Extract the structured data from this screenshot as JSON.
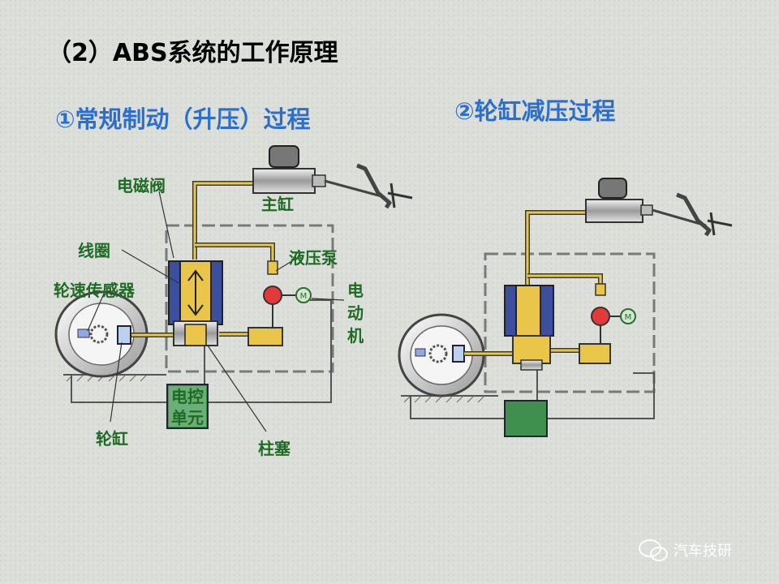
{
  "title": "（2）ABS系统的工作原理",
  "panel1": {
    "heading": "①常规制动（升压）过程",
    "labels": {
      "solenoid_valve": "电磁阀",
      "master_cylinder": "主缸",
      "coil": "线圈",
      "hydraulic_pump": "液压泵",
      "wheel_speed_sensor": "轮速传感器",
      "motor": "电动机",
      "ecu": "电控单元",
      "wheel_cylinder": "轮缸",
      "plunger": "柱塞"
    }
  },
  "panel2": {
    "heading": "②轮缸减压过程"
  },
  "watermark": "汽车技研",
  "colors": {
    "heading_blue": "#2a6fd0",
    "label_green": "#1f6b25",
    "fluid_yellow": "#e8c84a",
    "ecu_green": "#3f8f4f"
  }
}
